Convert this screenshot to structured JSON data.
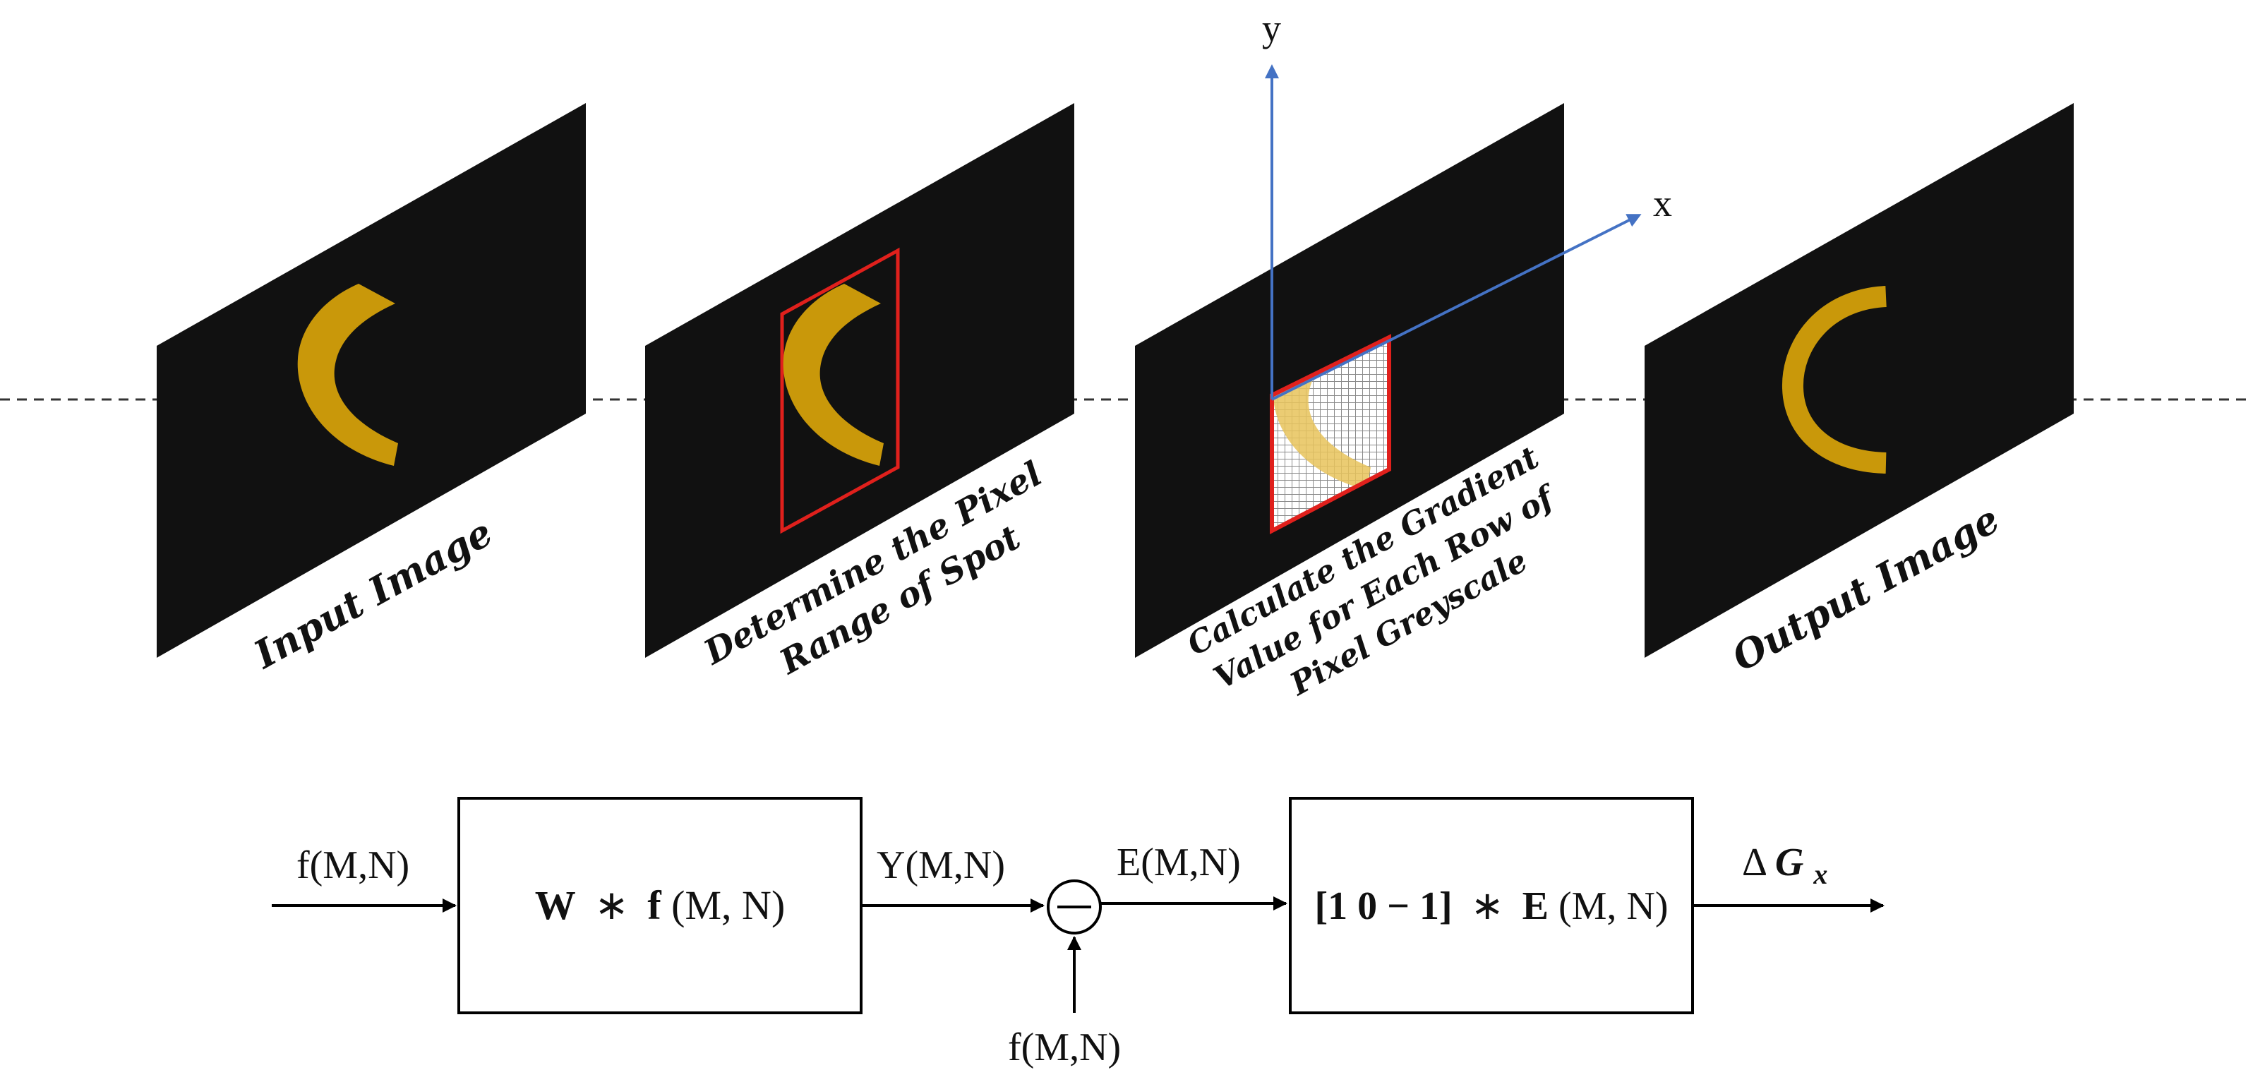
{
  "panels": {
    "input": {
      "caption": "Input Image"
    },
    "range": {
      "caption_lines": [
        "Determine the Pixel",
        "Range of  Spot"
      ]
    },
    "gradient": {
      "caption_lines": [
        "Calculate the Gradient",
        "Value for Each Row of",
        "Pixel Greyscale"
      ]
    },
    "output": {
      "caption": "Output Image"
    }
  },
  "axes": {
    "x": "x",
    "y": "y"
  },
  "flow": {
    "input_signal": "f(M,N)",
    "block1": {
      "w": "W",
      "op": "∗",
      "f": "f",
      "arg": "(M, N)"
    },
    "y_signal": "Y(M,N)",
    "e_signal": "E(M,N)",
    "block2": {
      "kernel": "[1 0 − 1]",
      "op": "∗",
      "e": "E",
      "arg": "(M, N)"
    },
    "feedback_signal": "f(M,N)",
    "output": {
      "delta": "Δ",
      "g": "G",
      "sub": "x"
    }
  },
  "colors": {
    "panel": "#111111",
    "spot": "#C9980A",
    "spot_light": "#E8C35A",
    "highlight": "#E0201C",
    "axis": "#4472C4"
  }
}
